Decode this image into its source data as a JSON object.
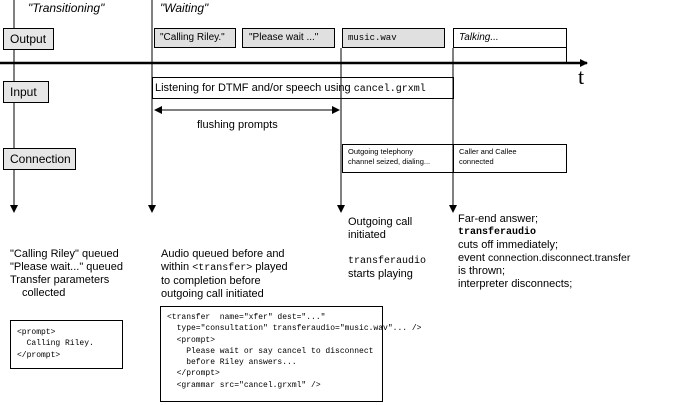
{
  "phases": {
    "transitioning": "\"Transitioning\"",
    "waiting": "\"Waiting\""
  },
  "rows": {
    "output": "Output",
    "input": "Input",
    "connection": "Connection"
  },
  "output_cells": {
    "calling_riley": "\"Calling Riley.\"",
    "please_wait": "\"Please wait ...\"",
    "music": "music.wav",
    "talking": "Talking..."
  },
  "time_label": "t",
  "input_cell": {
    "text": "Listening for DTMF and/or speech using ",
    "grammar": "cancel.grxml"
  },
  "flushing": "flushing  prompts",
  "connection_cells": {
    "outgoing_line1": "Outgoing telephony",
    "outgoing_line2": "channel seized, dialing...",
    "connected_line1": "Caller and Callee",
    "connected_line2": "connected"
  },
  "notes": {
    "col1": {
      "l1": "\"Calling Riley\"  queued",
      "l2": "\"Please wait...\" queued",
      "l3": "Transfer parameters",
      "l4": "collected"
    },
    "col2": {
      "l1": "Audio queued before and",
      "l2a": "within ",
      "l2b": "<transfer>",
      "l2c": "  played",
      "l3": "to completion before",
      "l4": "outgoing call initiated"
    },
    "col3": {
      "l1": "Outgoing call",
      "l2": "initiated",
      "l3": "transferaudio",
      "l4": "starts playing"
    },
    "col4": {
      "l1": "Far-end answer;",
      "l2": "transferaudio",
      "l3": "cuts off immediately;",
      "l4a": "event ",
      "l4b": "connection.disconnect.transfer",
      "l5": "is  thrown;",
      "l6": "interpreter  disconnects;"
    }
  },
  "prompt_code": [
    "<prompt>",
    "  Calling Riley.",
    "</prompt>"
  ],
  "transfer_code": [
    "<transfer  name=\"xfer\" dest=\"...\"",
    "  type=\"consultation\" transferaudio=\"music.wav\"... />",
    "  <prompt>",
    "    Please wait or say cancel to disconnect",
    "    before Riley answers...",
    "  </prompt>",
    "  <grammar src=\"cancel.grxml\" />"
  ]
}
